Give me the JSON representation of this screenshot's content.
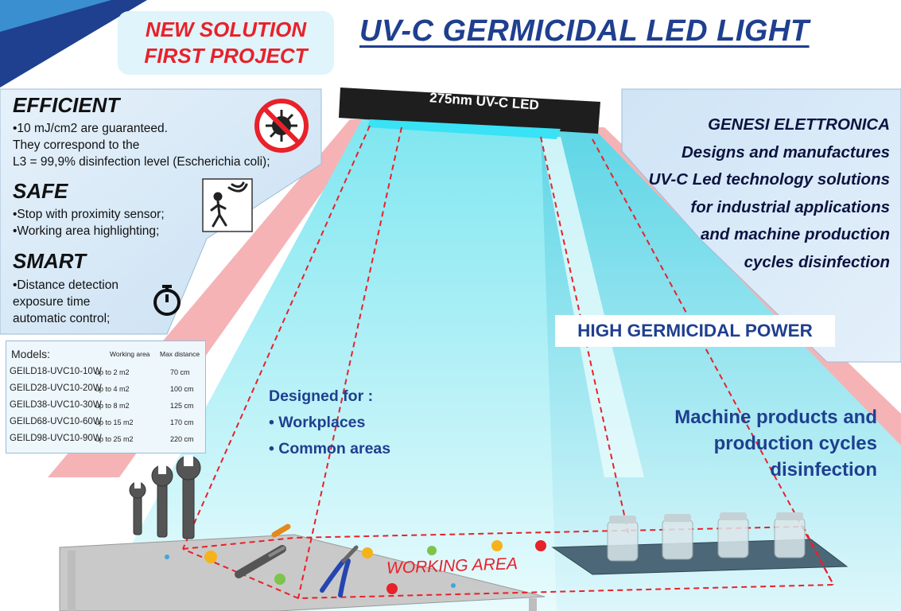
{
  "badge": {
    "line1": "NEW SOLUTION",
    "line2": "FIRST PROJECT"
  },
  "title": "UV-C GERMICIDAL LED LIGHT",
  "lamp_label": "275nm UV-C LED",
  "features": {
    "efficient": {
      "heading": "EFFICIENT",
      "lines": [
        "•10 mJ/cm2 are guaranteed.",
        " They correspond to the",
        " L3 = 99,9% disinfection level (Escherichia coli);"
      ]
    },
    "safe": {
      "heading": "SAFE",
      "lines": [
        "•Stop with proximity sensor;",
        "•Working area highlighting;"
      ]
    },
    "smart": {
      "heading": "SMART",
      "lines": [
        "•Distance detection",
        " exposure time",
        " automatic control;"
      ]
    }
  },
  "models": {
    "label": "Models:",
    "col_area": "Working area",
    "col_distance": "Max distance",
    "rows": [
      {
        "name": "GEILD18-UVC10-10W",
        "area": "up to 2 m2",
        "distance": "70 cm"
      },
      {
        "name": "GEILD28-UVC10-20W",
        "area": "up to 4 m2",
        "distance": "100 cm"
      },
      {
        "name": "GEILD38-UVC10-30W",
        "area": "up to 8 m2",
        "distance": "125 cm"
      },
      {
        "name": "GEILD68-UVC10-60W",
        "area": "up to 15 m2",
        "distance": "170 cm"
      },
      {
        "name": "GEILD98-UVC10-90W",
        "area": "up to 25 m2",
        "distance": "220 cm"
      }
    ]
  },
  "company": {
    "lines": [
      "GENESI ELETTRONICA",
      "Designs and manufactures",
      "UV-C Led technology solutions",
      "for industrial applications",
      "and machine production",
      "cycles disinfection"
    ]
  },
  "power": "HIGH GERMICIDAL POWER",
  "designed": {
    "heading": "Designed for :",
    "items": [
      "• Workplaces",
      "• Common areas"
    ]
  },
  "machine": {
    "lines": [
      "Machine products and",
      "production cycles",
      "disinfection"
    ]
  },
  "work_area": "WORKING AREA",
  "colors": {
    "accent_red": "#e8212a",
    "title_blue": "#1f3f8f",
    "uv_cyan": "#7fe6f0",
    "panel_blue": "#d7e9f7"
  },
  "icons": [
    "no-virus-icon",
    "proximity-sensor-icon",
    "stopwatch-icon",
    "wrench-icon",
    "screwdriver-icon",
    "pliers-icon",
    "virus-icon",
    "jar-icon"
  ]
}
